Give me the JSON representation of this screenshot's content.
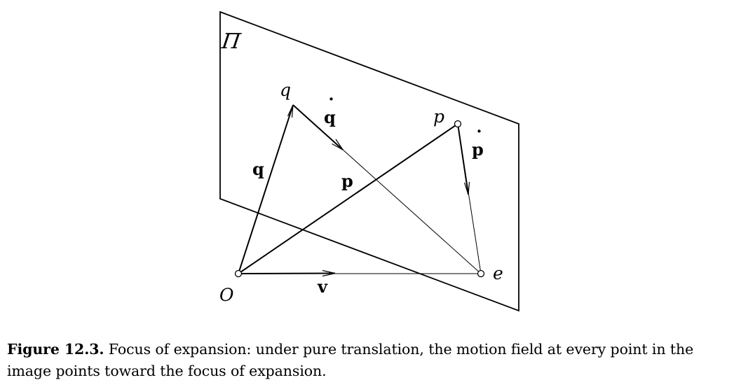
{
  "diagram": {
    "plane_label": "Π",
    "point_labels": {
      "origin": "O",
      "q": "q",
      "p": "p",
      "foe": "e"
    },
    "vector_labels": {
      "q": "q",
      "q_dot": "q",
      "p": "p",
      "p_dot": "p",
      "v": "v"
    },
    "dot_symbol": "˙"
  },
  "caption": {
    "label": "Figure 12.3.",
    "text": " Focus of expansion: under pure translation, the motion field at every point in the image points toward the focus of expansion."
  }
}
